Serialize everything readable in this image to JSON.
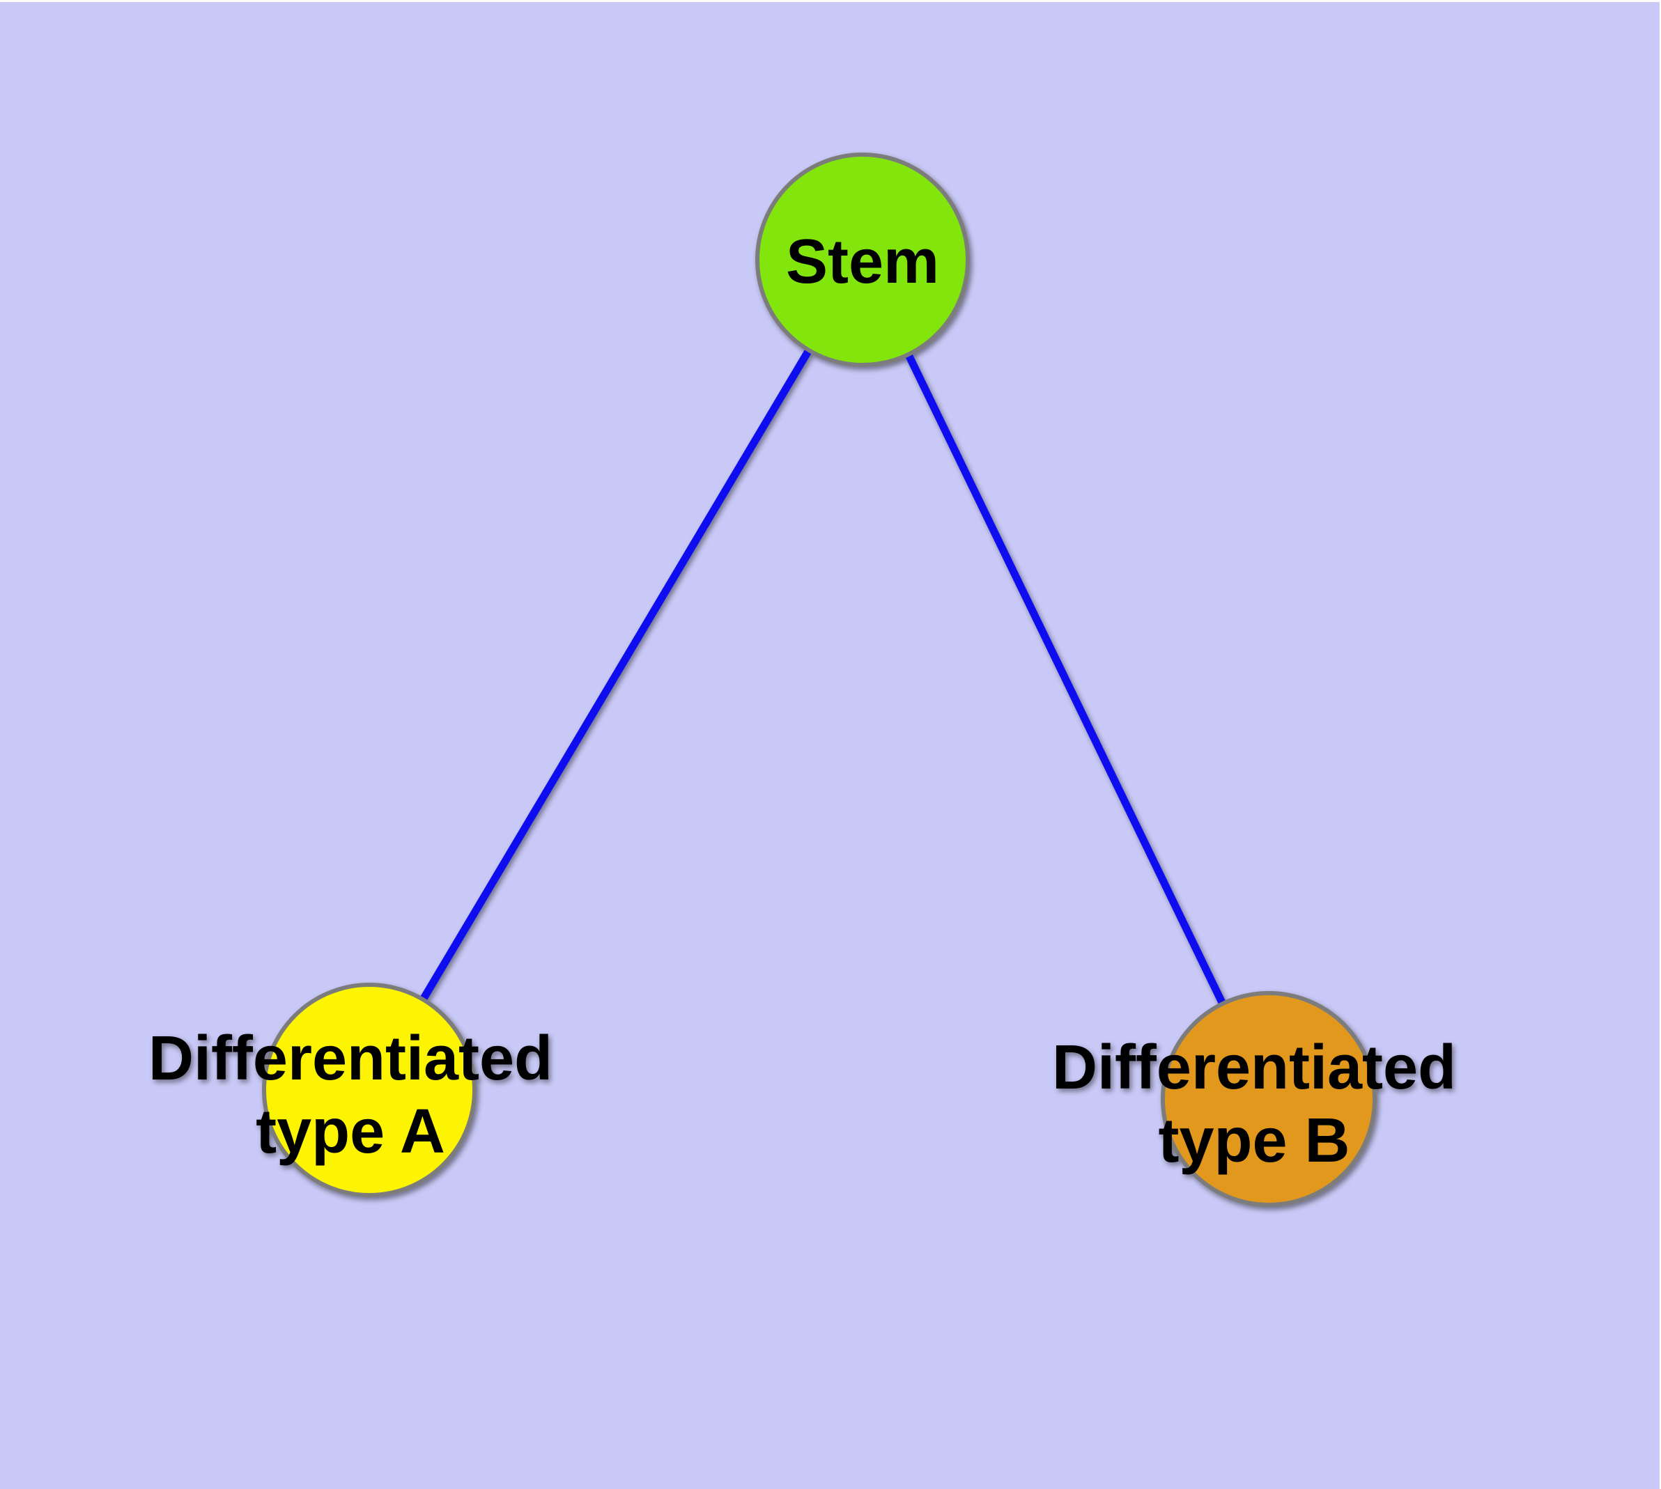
{
  "diagram": {
    "title": "",
    "nodes": {
      "stem": {
        "label": "Stem",
        "fill": "#82E60F",
        "shape": "circle"
      },
      "type_a": {
        "label_line1": "Differentiated",
        "label_line2": "type A",
        "label_full": "Differentiated type A",
        "fill": "#FCF400",
        "shape": "circle"
      },
      "type_b": {
        "label_line1": "Differentiated",
        "label_line2": "type B",
        "label_full": "Differentiated type B",
        "fill": "#E2981F",
        "shape": "circle"
      }
    },
    "edges": [
      {
        "from": "stem",
        "to": "type_a",
        "style": "straight-line"
      },
      {
        "from": "stem",
        "to": "type_b",
        "style": "straight-line"
      }
    ]
  },
  "colors": {
    "background": "#C9C9F7",
    "page_border": "#FFFFFF",
    "edge": "#0A0AF0",
    "node_border": "#7C7C7C",
    "label_text": "#000000"
  }
}
